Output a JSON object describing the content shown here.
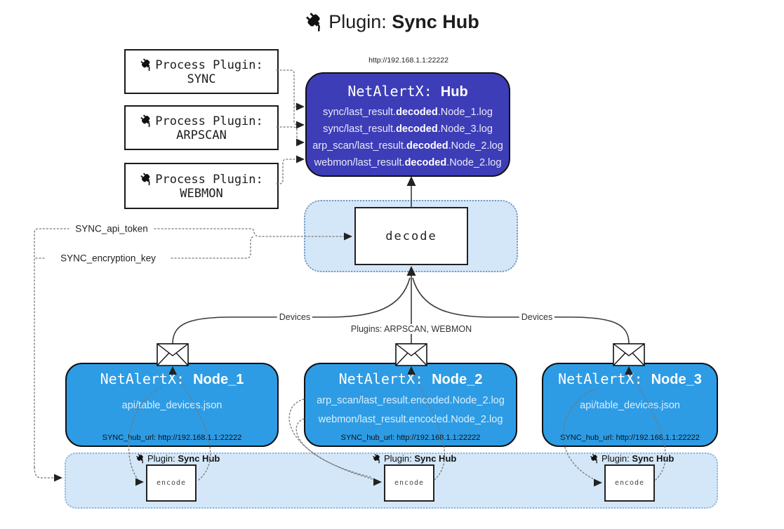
{
  "title": {
    "prefix": "Plugin: ",
    "bold": "Sync Hub"
  },
  "process_plugins": [
    {
      "label": "Process Plugin:",
      "name": "SYNC"
    },
    {
      "label": "Process Plugin:",
      "name": "ARPSCAN"
    },
    {
      "label": "Process Plugin:",
      "name": "WEBMON"
    }
  ],
  "hub": {
    "url": "http://192.168.1.1:22222",
    "title_prefix": "NetAlertX: ",
    "title_bold": "Hub",
    "lines": [
      {
        "pre": "sync/last_result.",
        "bold": "decoded",
        "post": ".Node_1.log"
      },
      {
        "pre": "sync/last_result.",
        "bold": "decoded",
        "post": ".Node_3.log"
      },
      {
        "pre": "arp_scan/last_result.",
        "bold": "decoded",
        "post": ".Node_2.log"
      },
      {
        "pre": "webmon/last_result.",
        "bold": "decoded",
        "post": ".Node_2.log"
      }
    ]
  },
  "decode": {
    "label": "decode"
  },
  "tokens": {
    "api_token": "SYNC_api_token",
    "encryption_key": "SYNC_encryption_key"
  },
  "edges": {
    "devices_left": "Devices",
    "plugins_center": "Plugins: ARPSCAN, WEBMON",
    "devices_right": "Devices"
  },
  "nodes": [
    {
      "title_prefix": "NetAlertX: ",
      "title_bold": "Node_1",
      "lines": [
        "api/table_devices.json"
      ],
      "hub_url": "SYNC_hub_url: http://192.168.1.1:22222"
    },
    {
      "title_prefix": "NetAlertX: ",
      "title_bold": "Node_2",
      "lines": [
        "arp_scan/last_result.encoded.Node_2.log",
        "webmon/last_result.encoded.Node_2.log"
      ],
      "hub_url": "SYNC_hub_url: http://192.168.1.1:22222"
    },
    {
      "title_prefix": "NetAlertX: ",
      "title_bold": "Node_3",
      "lines": [
        "api/table_devices.json"
      ],
      "hub_url": "SYNC_hub_url: http://192.168.1.1:22222"
    }
  ],
  "band": {
    "plugin_prefix": "Plugin: ",
    "plugin_bold": "Sync Hub",
    "encode_label": "encode"
  },
  "colors": {
    "hub_fill": "#3D3DB8",
    "node_fill": "#2D9CE5",
    "panel_fill": "#D4E7F8"
  }
}
